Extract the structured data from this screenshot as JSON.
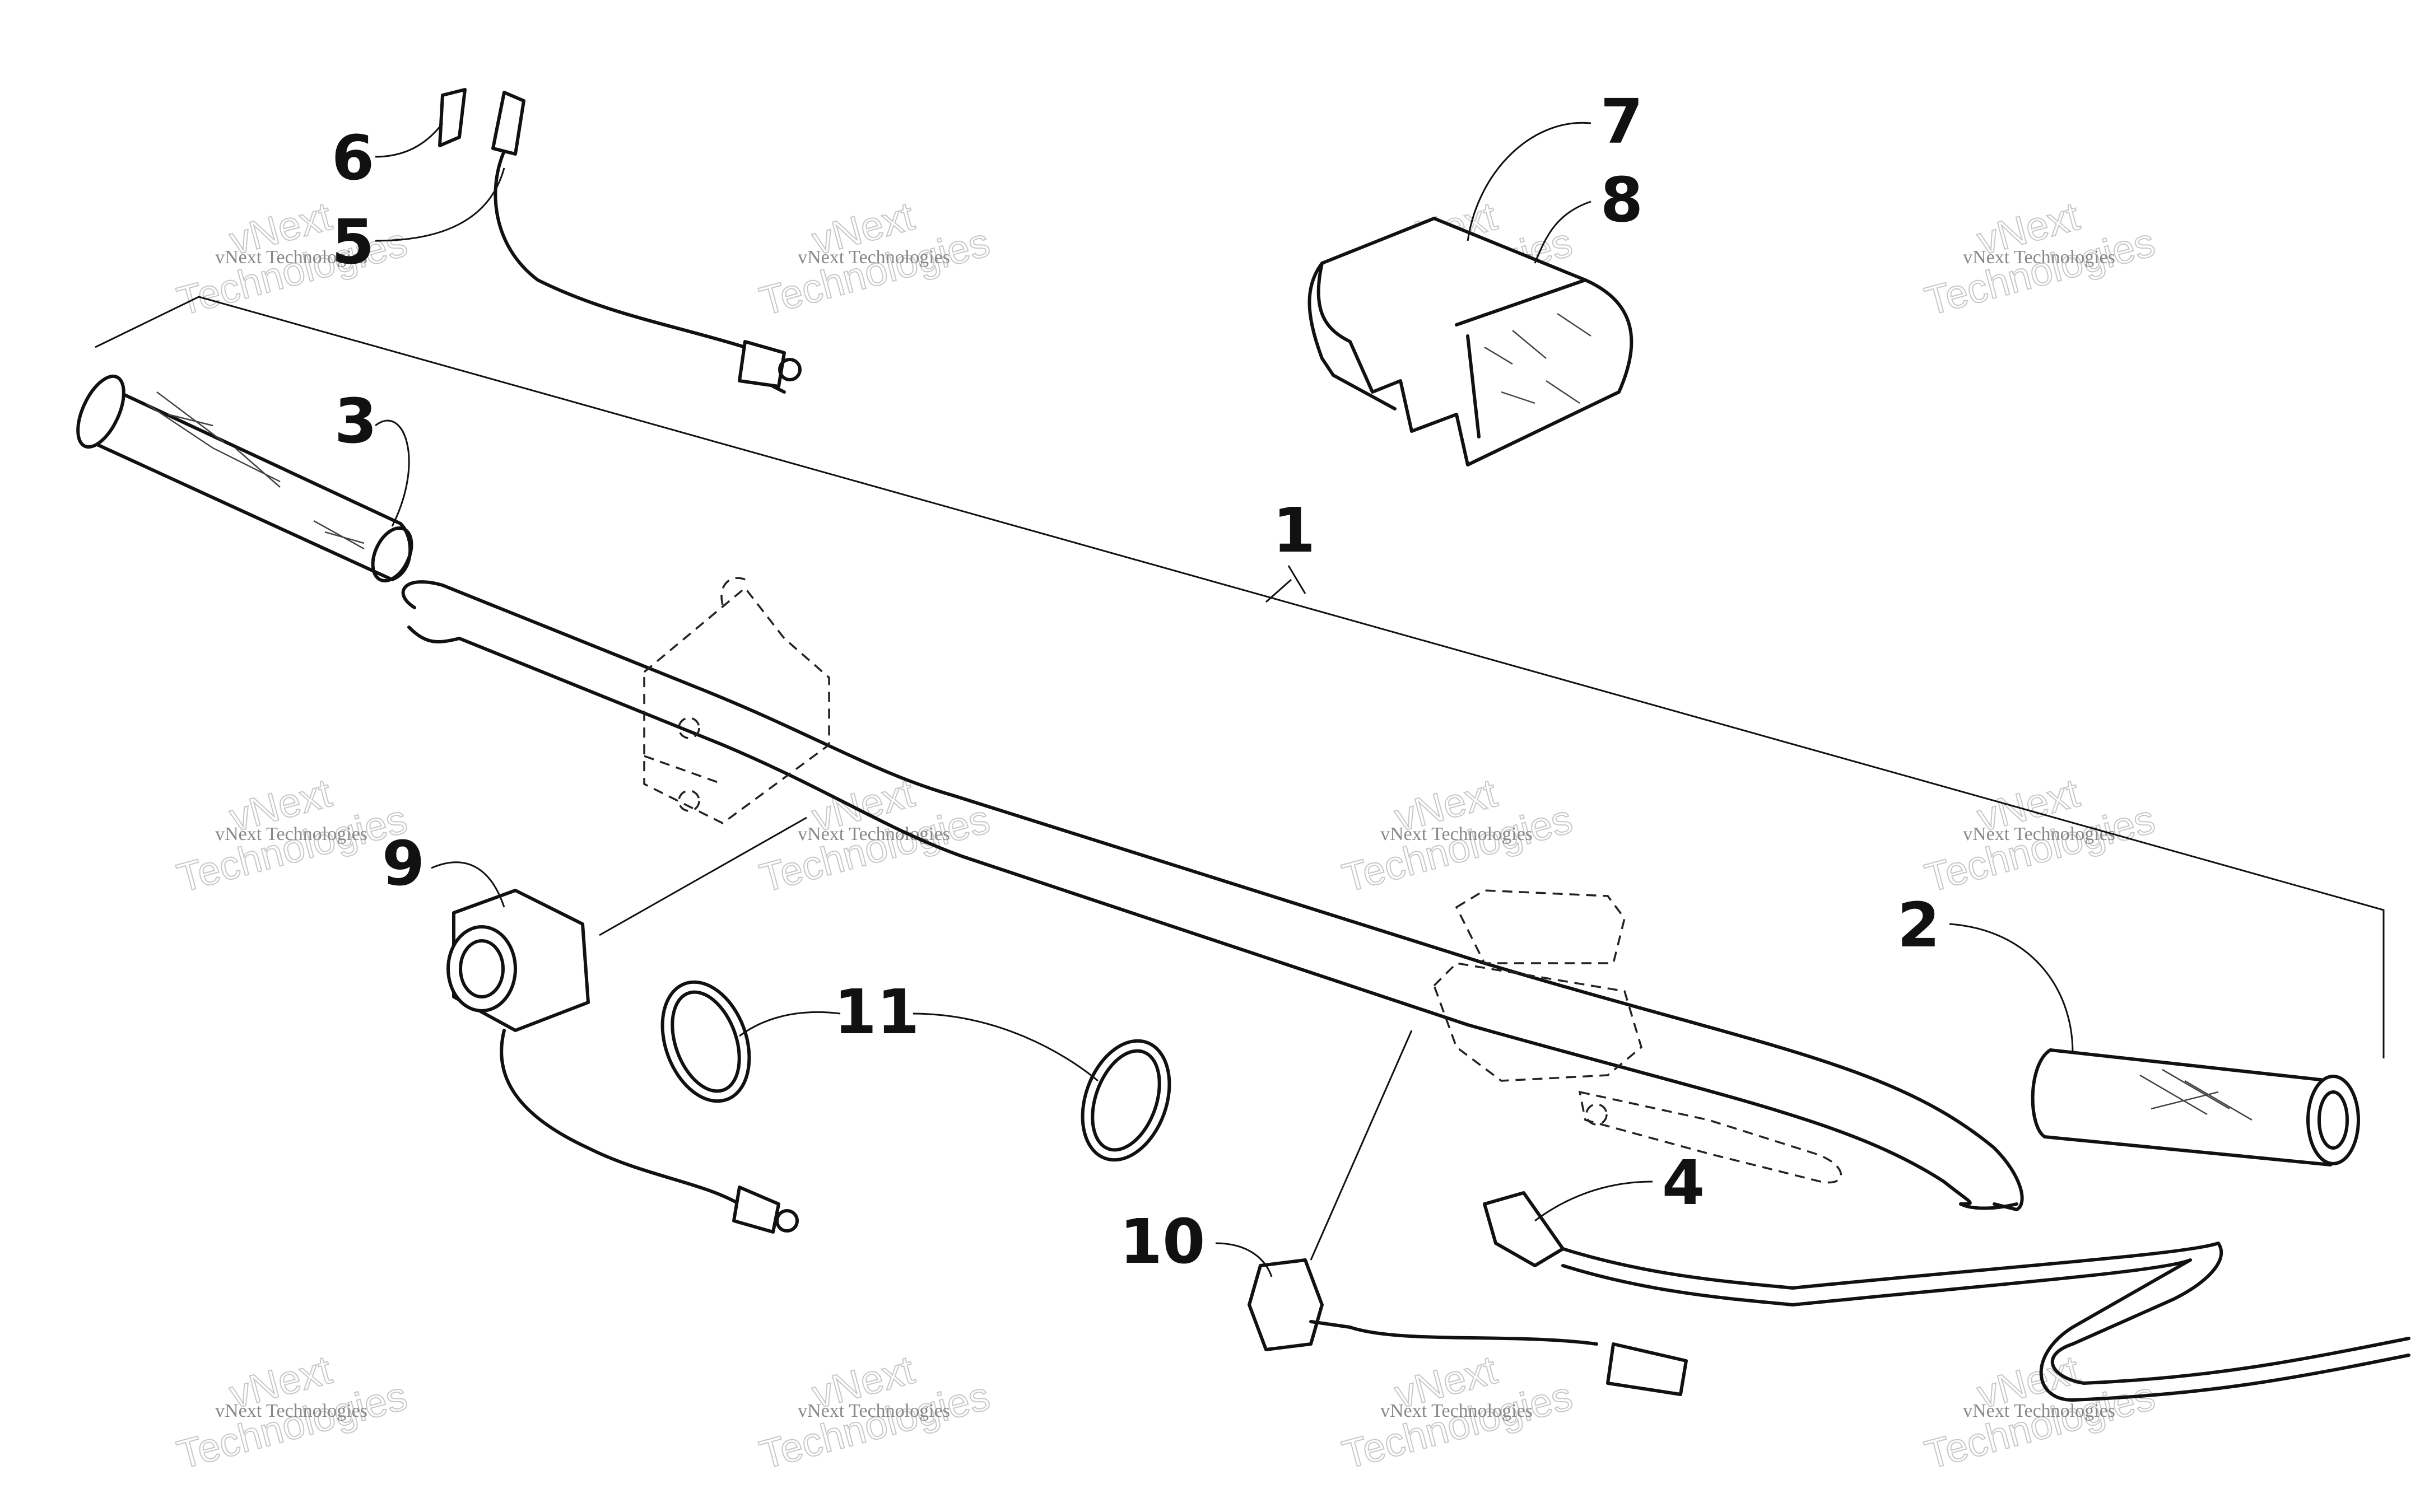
{
  "diagram": {
    "callouts": [
      {
        "id": "1",
        "label": "1"
      },
      {
        "id": "2",
        "label": "2"
      },
      {
        "id": "3",
        "label": "3"
      },
      {
        "id": "4",
        "label": "4"
      },
      {
        "id": "5",
        "label": "5"
      },
      {
        "id": "6",
        "label": "6"
      },
      {
        "id": "7",
        "label": "7"
      },
      {
        "id": "8",
        "label": "8"
      },
      {
        "id": "9",
        "label": "9"
      },
      {
        "id": "10",
        "label": "10"
      },
      {
        "id": "11",
        "label": "11"
      }
    ],
    "watermark": {
      "small": "vNext Technologies",
      "big_top": "vNext",
      "big_bottom": "Technologies"
    }
  }
}
